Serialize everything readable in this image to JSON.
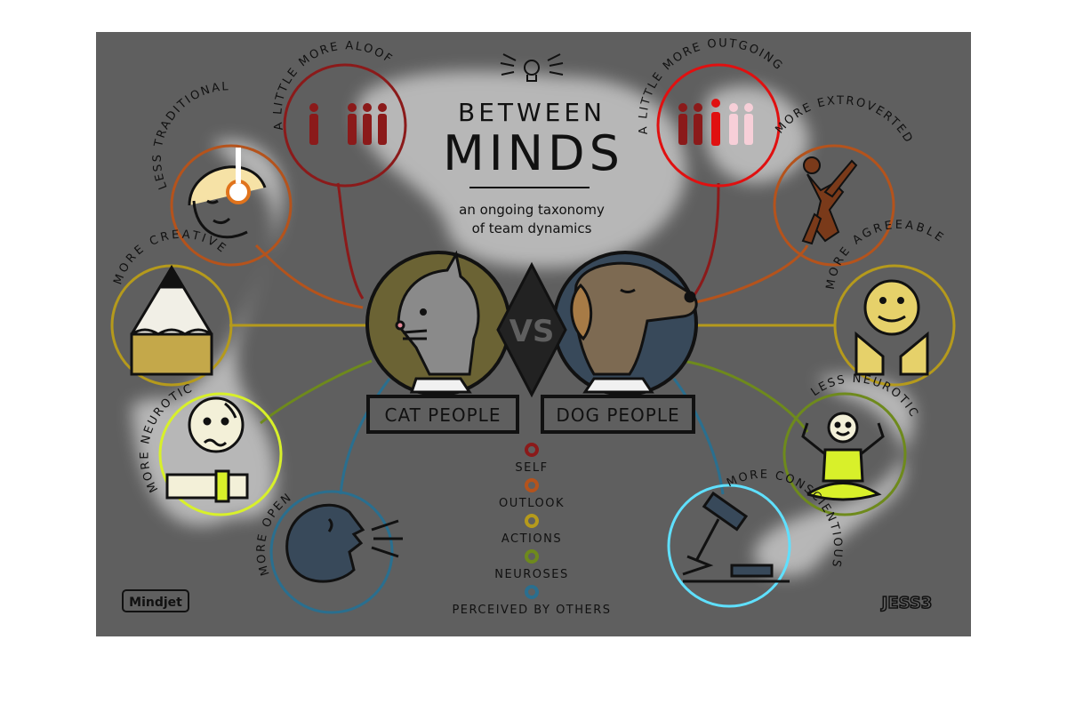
{
  "header": {
    "title_line1": "BETWEEN",
    "title_line2": "MINDS",
    "subtitle_line1": "an ongoing taxonomy",
    "subtitle_line2": "of team dynamics"
  },
  "center": {
    "left_label": "CAT PEOPLE",
    "right_label": "DOG PEOPLE",
    "vs": "VS"
  },
  "traits": {
    "aloof": "A LITTLE MORE ALOOF",
    "outgoing": "A LITTLE MORE OUTGOING",
    "less_traditional": "LESS TRADITIONAL",
    "extroverted": "MORE EXTROVERTED",
    "creative": "MORE CREATIVE",
    "agreeable": "MORE AGREEABLE",
    "more_neurotic": "MORE NEUROTIC",
    "less_neurotic": "LESS NEUROTIC",
    "open": "MORE OPEN",
    "conscientious": "MORE CONSCIENTIOUS"
  },
  "legend": {
    "items": [
      {
        "label": "SELF",
        "color": "#8b1a1a"
      },
      {
        "label": "OUTLOOK",
        "color": "#b5531c"
      },
      {
        "label": "ACTIONS",
        "color": "#b59a1c"
      },
      {
        "label": "NEUROSES",
        "color": "#6e8a1c"
      },
      {
        "label": "PERCEIVED BY OTHERS",
        "color": "#2a6f8f"
      }
    ]
  },
  "logos": {
    "left": "Mindjet",
    "right": "JESS3"
  },
  "colors": {
    "background": "#5f5f5f",
    "self": "#8b1a1a",
    "outlook": "#b5531c",
    "actions": "#b59a1c",
    "neuroses": "#6e8a1c",
    "perceived": "#2a6f8f",
    "cat_circle": "#6b6334",
    "dog_circle": "#38495a",
    "highlight": "#ffffff",
    "neon": "#d8f02a"
  }
}
